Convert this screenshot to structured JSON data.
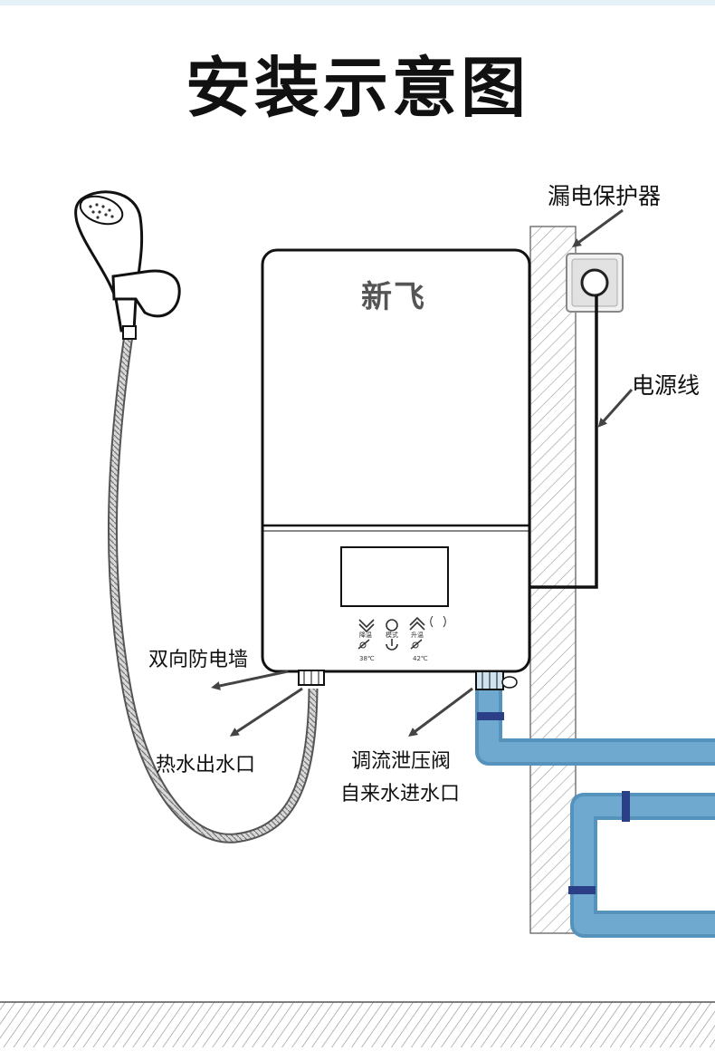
{
  "title": "安装示意图",
  "brand": "新飞",
  "labels": {
    "leakage_protector": "漏电保护器",
    "power_cord": "电源线",
    "anti_shock_wall": "双向防电墙",
    "hot_water_outlet": "热水出水口",
    "pressure_valve": "调流泄压阀",
    "cold_water_inlet": "自来水进水口"
  },
  "panel": {
    "btn_left": "降温",
    "btn_mid": "模式",
    "btn_right": "升温",
    "temp_left": "38℃",
    "temp_right": "42℃"
  },
  "colors": {
    "pipe": "#6fa9cf",
    "pipe_dark": "#5593bd",
    "clamp": "#2a3f86",
    "wall_hatch": "#9a9a9a"
  }
}
